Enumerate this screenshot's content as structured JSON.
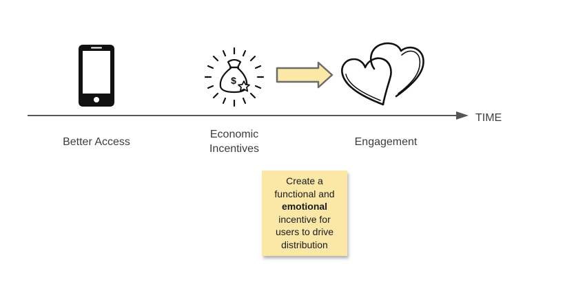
{
  "stages": [
    {
      "id": "access",
      "label": "Better Access",
      "icon": "smartphone-icon"
    },
    {
      "id": "incentives",
      "label_lines": [
        "Economic",
        "Incentives"
      ],
      "icon": "money-bag-icon"
    },
    {
      "id": "engagement",
      "label": "Engagement",
      "icon": "hearts-icon"
    }
  ],
  "timeline": {
    "label": "TIME",
    "arrow_icon": "arrow-right-icon"
  },
  "transition_arrow": {
    "icon": "block-arrow-right-icon",
    "fill": "#fbe8a6",
    "stroke": "#6b6b6b"
  },
  "sticky_note": {
    "lines": [
      {
        "text": "Create a",
        "bold": false
      },
      {
        "text": "functional and",
        "bold": false
      },
      {
        "text": "emotional",
        "bold": true
      },
      {
        "text": "incentive for",
        "bold": false
      },
      {
        "text": "users to drive",
        "bold": false
      },
      {
        "text": "distribution",
        "bold": false
      }
    ],
    "color": "#fbe8a6"
  },
  "money_bag_symbol": "$"
}
